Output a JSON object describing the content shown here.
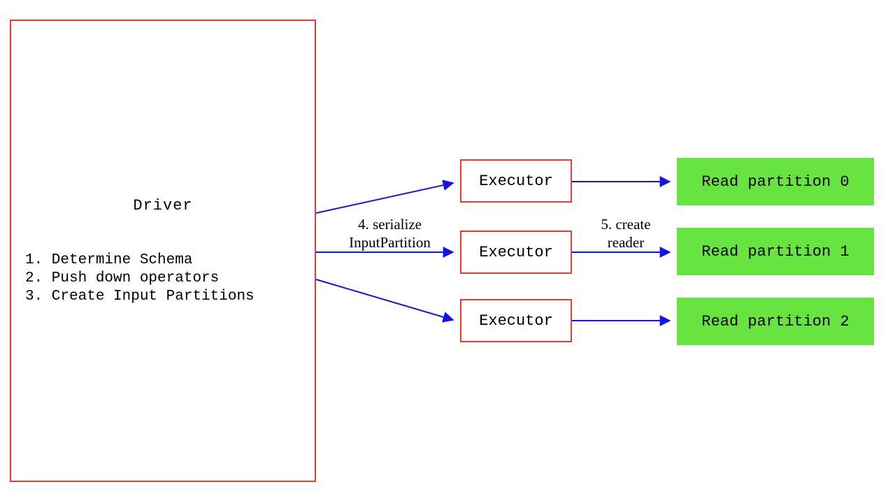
{
  "colors": {
    "box_border": "#f0392e",
    "arrow": "#1414e8",
    "partition_fill": "#68e440",
    "text": "#000000",
    "background": "#ffffff"
  },
  "driver": {
    "title": "Driver",
    "steps": [
      "1. Determine Schema",
      "2. Push down operators",
      "3. Create Input Partitions"
    ]
  },
  "executors": [
    {
      "label": "Executor"
    },
    {
      "label": "Executor"
    },
    {
      "label": "Executor"
    }
  ],
  "partitions": [
    {
      "label": "Read partition 0"
    },
    {
      "label": "Read partition 1"
    },
    {
      "label": "Read partition 2"
    }
  ],
  "annotations": {
    "serialize": "4. serialize\nInputPartition",
    "create_reader": "5. create\nreader"
  }
}
